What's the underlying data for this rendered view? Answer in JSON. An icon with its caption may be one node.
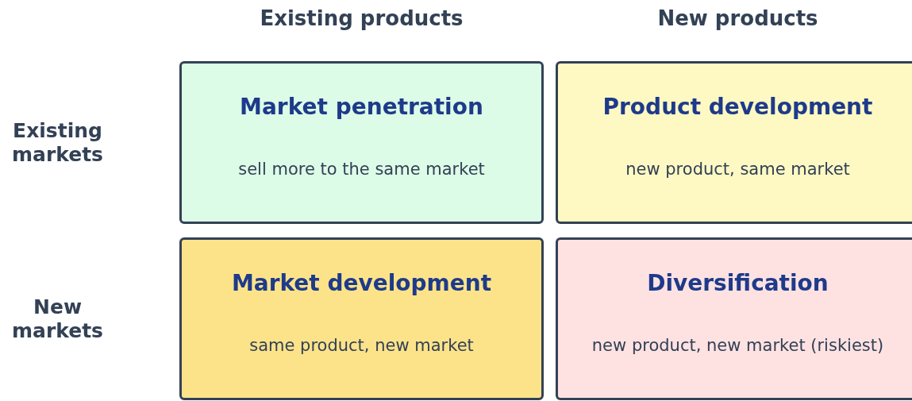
{
  "diagram": {
    "nodes": [
      {
        "text": [
          "Market penetration",
          "sell more to the same market"
        ]
      },
      {
        "text": [
          "Product development",
          "new product, same market"
        ]
      },
      {
        "text": [
          "Market development",
          "same product, new market"
        ]
      },
      {
        "text": [
          "Diversification",
          "new product, new market (riskiest)"
        ]
      }
    ],
    "labels": [
      "Existing products",
      "New products",
      "Existing markets",
      "New markets"
    ]
  }
}
